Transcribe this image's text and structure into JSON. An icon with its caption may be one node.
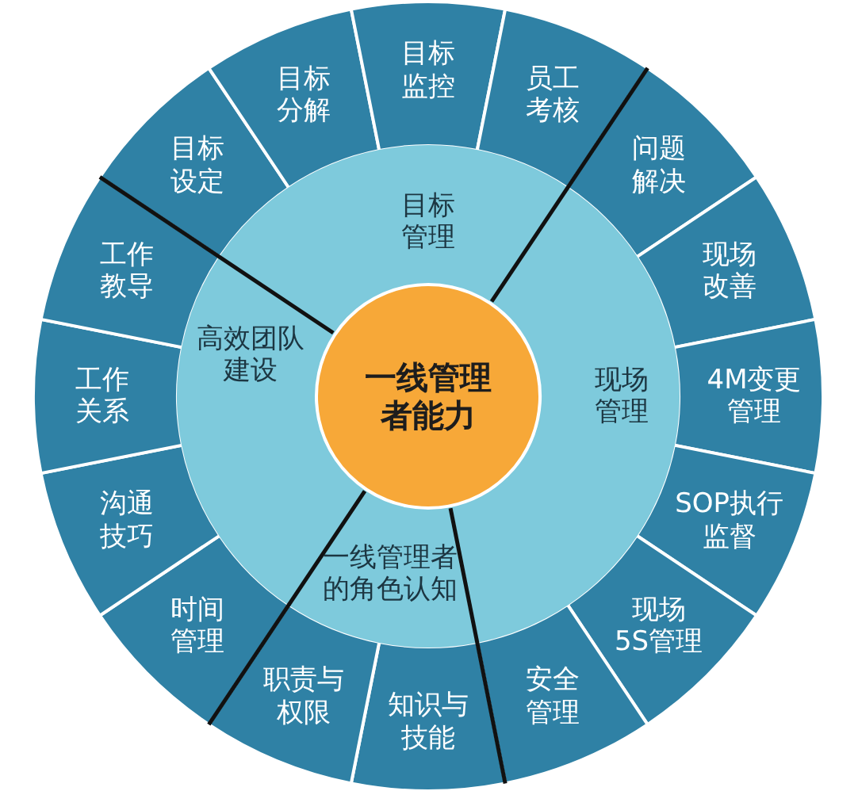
{
  "diagram": {
    "nodes": [
      {
        "text": [
          "一线管理者能力"
        ]
      },
      {
        "text": [
          "目标管理"
        ]
      },
      {
        "text": [
          "现场管理"
        ]
      },
      {
        "text": [
          "一线管理者的角色认知"
        ]
      },
      {
        "text": [
          "高效团队建设"
        ]
      },
      {
        "text": [
          "目标设定"
        ]
      },
      {
        "text": [
          "目标分解"
        ]
      },
      {
        "text": [
          "目标监控"
        ]
      },
      {
        "text": [
          "员工考核"
        ]
      },
      {
        "text": [
          "问题解决"
        ]
      },
      {
        "text": [
          "现场改善"
        ]
      },
      {
        "text": [
          "4M变更管理"
        ]
      },
      {
        "text": [
          "SOP执行监督"
        ]
      },
      {
        "text": [
          "现场5S管理"
        ]
      },
      {
        "text": [
          "安全管理"
        ]
      },
      {
        "text": [
          "知识与技能"
        ]
      },
      {
        "text": [
          "职责与权限"
        ]
      },
      {
        "text": [
          "时间管理"
        ]
      },
      {
        "text": [
          "沟通技巧"
        ]
      },
      {
        "text": [
          "工作关系"
        ]
      },
      {
        "text": [
          "工作教导"
        ]
      }
    ]
  }
}
